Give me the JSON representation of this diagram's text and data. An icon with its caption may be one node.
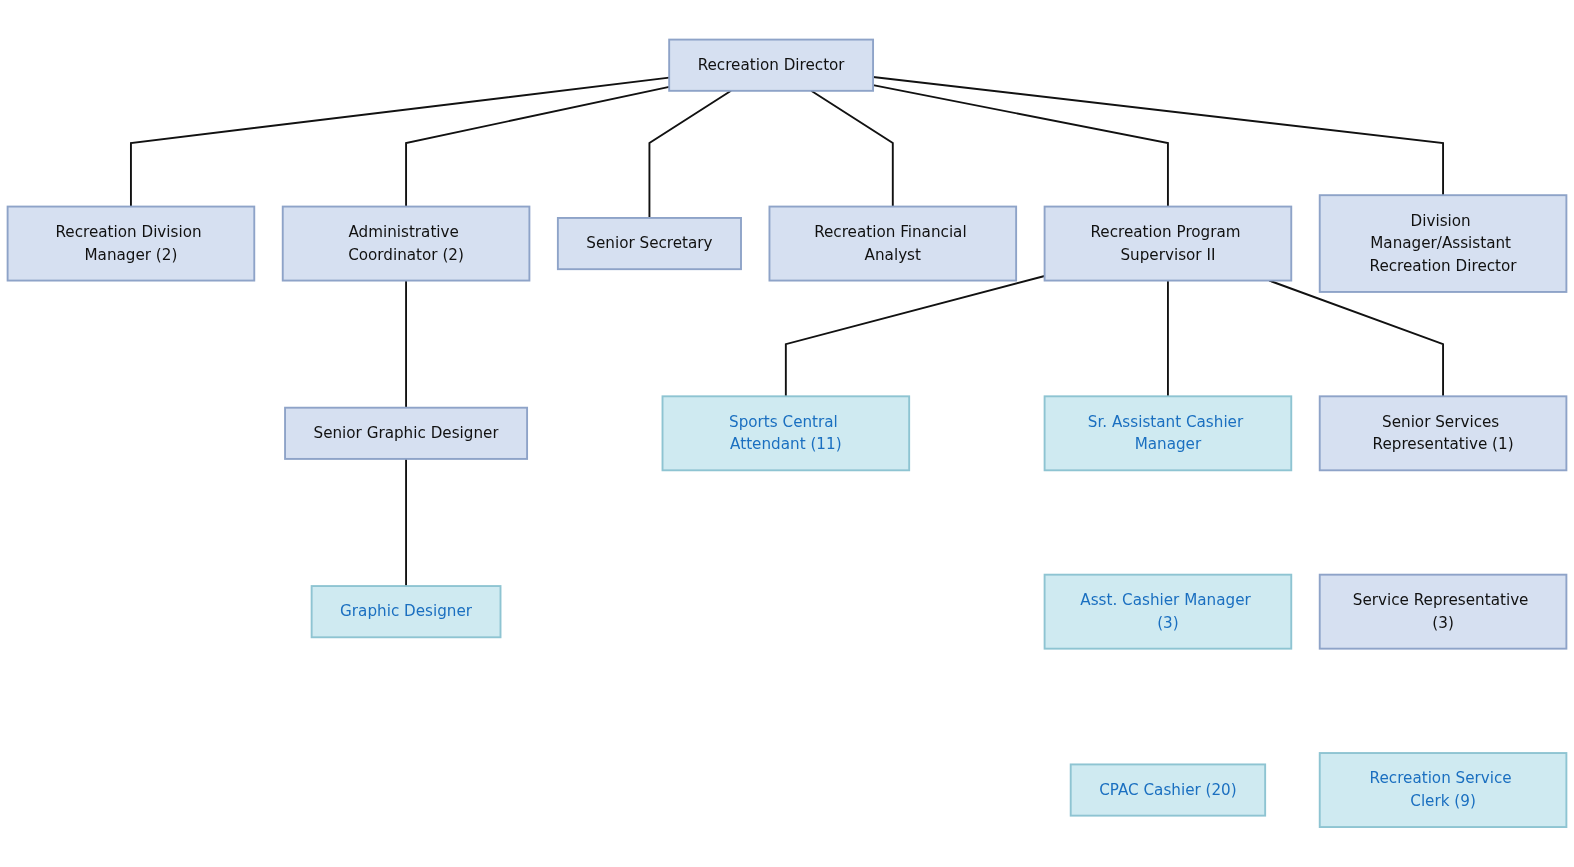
{
  "diagram": {
    "nodes": [
      {
        "text": [
          "Recreation Director"
        ]
      },
      {
        "text": [
          "Recreation Division Manager (2)"
        ]
      },
      {
        "text": [
          "Administrative Coordinator (2)"
        ]
      },
      {
        "text": [
          "Senior Secretary"
        ]
      },
      {
        "text": [
          "Recreation Financial Analyst"
        ]
      },
      {
        "text": [
          "Recreation Program Supervisor II"
        ]
      },
      {
        "text": [
          "Division Manager/Assistant Recreation Director"
        ]
      },
      {
        "text": [
          "Senior Graphic Designer"
        ]
      },
      {
        "text": [
          "Graphic Designer"
        ]
      },
      {
        "text": [
          "Sports Central Attendant (11)"
        ]
      },
      {
        "text": [
          "Sr. Assistant Cashier Manager"
        ]
      },
      {
        "text": [
          "Asst. Cashier Manager (3)"
        ]
      },
      {
        "text": [
          "CPAC Cashier (20)"
        ]
      },
      {
        "text": [
          "Senior Services Representative (1)"
        ]
      },
      {
        "text": [
          "Service Representative (3)"
        ]
      },
      {
        "text": [
          "Recreation Service Clerk (9)"
        ]
      }
    ],
    "edges": [
      {
        "from": 0,
        "to": 1,
        "arrow": "none"
      },
      {
        "from": 0,
        "to": 2,
        "arrow": "none"
      },
      {
        "from": 0,
        "to": 3,
        "arrow": "none"
      },
      {
        "from": 0,
        "to": 4,
        "arrow": "none"
      },
      {
        "from": 0,
        "to": 5,
        "arrow": "none"
      },
      {
        "from": 0,
        "to": 6,
        "arrow": "none"
      },
      {
        "from": 2,
        "to": 7,
        "arrow": "none"
      },
      {
        "from": 7,
        "to": 8,
        "arrow": "none"
      },
      {
        "from": 5,
        "to": 9,
        "arrow": "none"
      },
      {
        "from": 5,
        "to": 10,
        "arrow": "none"
      },
      {
        "from": 5,
        "to": 13,
        "arrow": "none"
      }
    ]
  }
}
